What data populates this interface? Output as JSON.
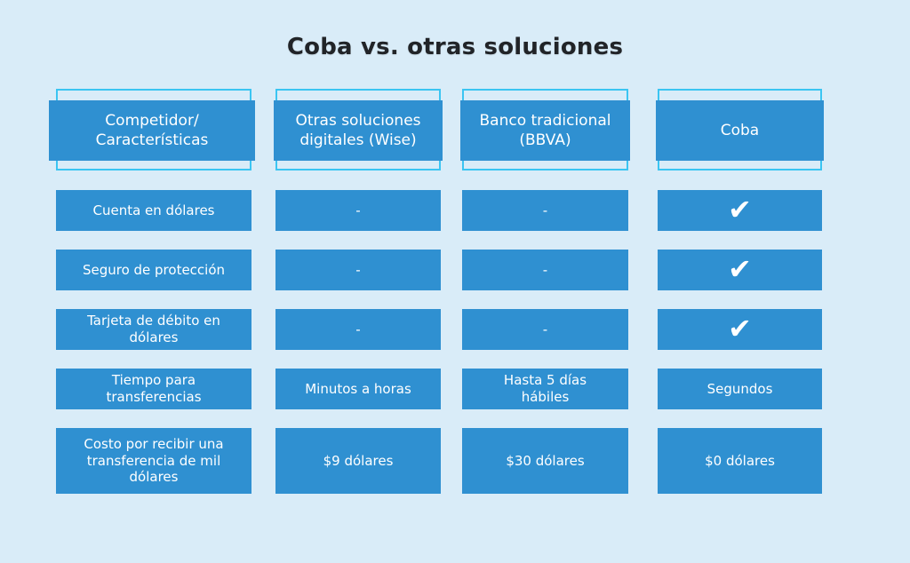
{
  "title": "Coba vs. otras soluciones",
  "colors": {
    "background": "#d9ecf8",
    "cell_blue": "#2f90d1",
    "header_outline_cyan": "#3bc5f2",
    "cell_text": "#ffffff",
    "title_text": "#212428"
  },
  "icons": {
    "check": "✔"
  },
  "table": {
    "headers": [
      {
        "label": "Competidor/ Características"
      },
      {
        "label": "Otras soluciones digitales (Wise)"
      },
      {
        "label": "Banco tradicional (BBVA)"
      },
      {
        "label": "Coba"
      }
    ],
    "rows": [
      {
        "feature": "Cuenta en dólares",
        "wise": "-",
        "bbva": "-",
        "coba": "✔"
      },
      {
        "feature": "Seguro de protección",
        "wise": "-",
        "bbva": "-",
        "coba": "✔"
      },
      {
        "feature": "Tarjeta de débito en dólares",
        "wise": "-",
        "bbva": "-",
        "coba": "✔"
      },
      {
        "feature": "Tiempo para transferencias",
        "wise": "Minutos a horas",
        "bbva": "Hasta 5 días hábiles",
        "coba": "Segundos"
      },
      {
        "feature": "Costo por recibir una transferencia de mil dólares",
        "wise": "$9 dólares",
        "bbva": "$30 dólares",
        "coba": "$0 dólares"
      }
    ]
  },
  "chart_data": {
    "type": "table",
    "title": "Coba vs. otras soluciones",
    "columns": [
      "Competidor/ Características",
      "Otras soluciones digitales (Wise)",
      "Banco tradicional (BBVA)",
      "Coba"
    ],
    "rows": [
      [
        "Cuenta en dólares",
        "-",
        "-",
        "✔"
      ],
      [
        "Seguro de protección",
        "-",
        "-",
        "✔"
      ],
      [
        "Tarjeta de débito en dólares",
        "-",
        "-",
        "✔"
      ],
      [
        "Tiempo para transferencias",
        "Minutos a horas",
        "Hasta 5 días hábiles",
        "Segundos"
      ],
      [
        "Costo por recibir una transferencia de mil dólares",
        "$9 dólares",
        "$30 dólares",
        "$0 dólares"
      ]
    ]
  }
}
